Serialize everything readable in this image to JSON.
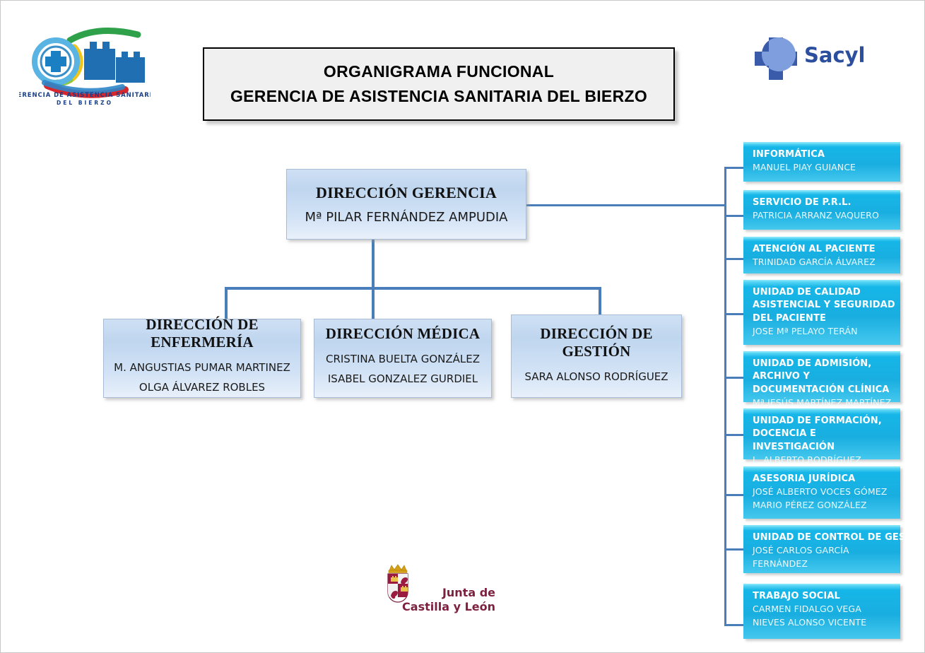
{
  "header": {
    "left_logo": {
      "name": "gerencia-de-asistencia-sanitaria-del-bierzo-logo",
      "line1": "GERENCIA DE ASISTENCIA SANITARIA",
      "line2": "DEL BIERZO"
    },
    "right_logo": {
      "name": "sacyl-logo",
      "wordmark": "Sacyl"
    },
    "title_line1": "ORGANIGRAMA FUNCIONAL",
    "title_line2": "GERENCIA DE ASISTENCIA SANITARIA DEL BIERZO"
  },
  "chart_data": {
    "type": "diagram",
    "title": "ORGANIGRAMA FUNCIONAL - GERENCIA DE ASISTENCIA SANITARIA DEL BIERZO",
    "root": {
      "id": "direccion-gerencia",
      "title": "DIRECCIÓN GERENCIA",
      "people": [
        "Mª  PILAR FERNÁNDEZ AMPUDIA"
      ]
    },
    "children": [
      {
        "id": "direccion-de-enfermeria",
        "title": "DIRECCIÓN DE ENFERMERÍA",
        "people": [
          "M. ANGUSTIAS PUMAR MARTINEZ",
          "OLGA ÁLVAREZ ROBLES"
        ]
      },
      {
        "id": "direccion-medica",
        "title": "DIRECCIÓN  MÉDICA",
        "people": [
          "CRISTINA BUELTA GONZÁLEZ",
          "ISABEL GONZALEZ GURDIEL"
        ]
      },
      {
        "id": "direccion-de-gestion",
        "title": "DIRECCIÓN DE GESTIÓN",
        "people": [
          "SARA ALONSO RODRÍGUEZ"
        ]
      }
    ],
    "staff_units": [
      {
        "id": "informatica",
        "title_lines": [
          "INFORMÁTICA"
        ],
        "people": [
          "MANUEL PIAY GUIANCE"
        ]
      },
      {
        "id": "servicio-de-prl",
        "title_lines": [
          "SERVICIO DE   P.R.L."
        ],
        "people": [
          "PATRICIA  ARRANZ VAQUERO"
        ]
      },
      {
        "id": "atencion-al-paciente",
        "title_lines": [
          "ATENCIÓN AL PACIENTE"
        ],
        "people": [
          "TRINIDAD GARCÍA ÁLVAREZ"
        ]
      },
      {
        "id": "unidad-de-calidad-asistencial",
        "title_lines": [
          "UNIDAD DE CALIDAD",
          "ASISTENCIAL Y SEGURIDAD",
          "DEL PACIENTE"
        ],
        "people": [
          "JOSE Mª PELAYO TERÁN"
        ]
      },
      {
        "id": "unidad-de-admision-archivo-y-documentacion-clinica",
        "title_lines": [
          "UNIDAD DE ADMISIÓN, ARCHIVO Y",
          "DOCUMENTACIÓN CLÍNICA"
        ],
        "people": [
          "Mª  JESÚS MARTÍNEZ  MARTÍNEZ"
        ]
      },
      {
        "id": "unidad-de-formacion-docencia-e-investigacion",
        "title_lines": [
          "UNIDAD DE FORMACIÓN,",
          "DOCENCIA E INVESTIGACIÓN"
        ],
        "people": [
          "L. ALBERTO  RODRÍGUEZ ARROYO"
        ]
      },
      {
        "id": "asesoria-juridica",
        "title_lines": [
          "ASESORIA JURÍDICA"
        ],
        "people": [
          "JOSÉ ALBERTO VOCES GÓMEZ",
          "MARIO PÉREZ GONZÁLEZ"
        ]
      },
      {
        "id": "unidad-de-control-de-gestion",
        "title_lines": [
          "UNIDAD DE CONTROL DE GESTIÓN"
        ],
        "people": [
          "JOSÉ CARLOS GARCÍA FERNÁNDEZ"
        ]
      },
      {
        "id": "trabajo-social",
        "title_lines": [
          "TRABAJO SOCIAL"
        ],
        "people": [
          "CARMEN FIDALGO VEGA",
          "NIEVES ALONSO VICENTE"
        ]
      }
    ],
    "colors": {
      "unit_box": "#19aee0",
      "org_box": "#c5dcf2",
      "connector": "#4a7ebb",
      "title_text": "#000000",
      "sacyl_blue": "#2b4f9e",
      "junta_crimson": "#7d1f3f"
    }
  },
  "footer": {
    "junta_logo": {
      "name": "junta-de-castilla-y-leon-logo",
      "line1": "Junta de",
      "line2": "Castilla y León"
    }
  }
}
